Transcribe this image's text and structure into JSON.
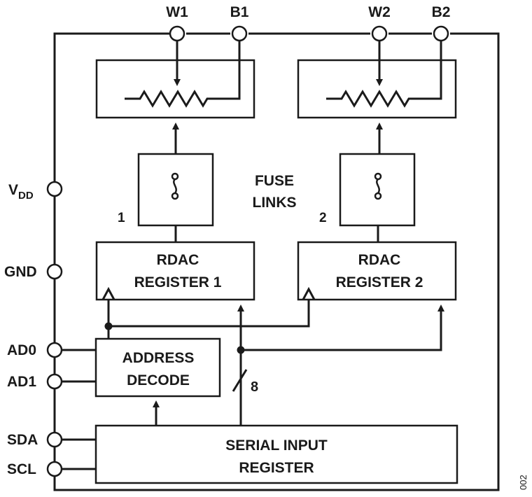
{
  "pins": {
    "w1": "W1",
    "b1": "B1",
    "w2": "W2",
    "b2": "B2",
    "vdd_main": "V",
    "vdd_sub": "DD",
    "gnd": "GND",
    "ad0": "AD0",
    "ad1": "AD1",
    "sda": "SDA",
    "scl": "SCL"
  },
  "blocks": {
    "fuse_links": [
      "FUSE",
      "LINKS"
    ],
    "fuse_num_1": "1",
    "fuse_num_2": "2",
    "rdac1": [
      "RDAC",
      "REGISTER 1"
    ],
    "rdac2": [
      "RDAC",
      "REGISTER 2"
    ],
    "address_decode": [
      "ADDRESS",
      "DECODE"
    ],
    "serial_input": [
      "SERIAL INPUT",
      "REGISTER"
    ]
  },
  "bus_width": "8",
  "figure_id": "002"
}
